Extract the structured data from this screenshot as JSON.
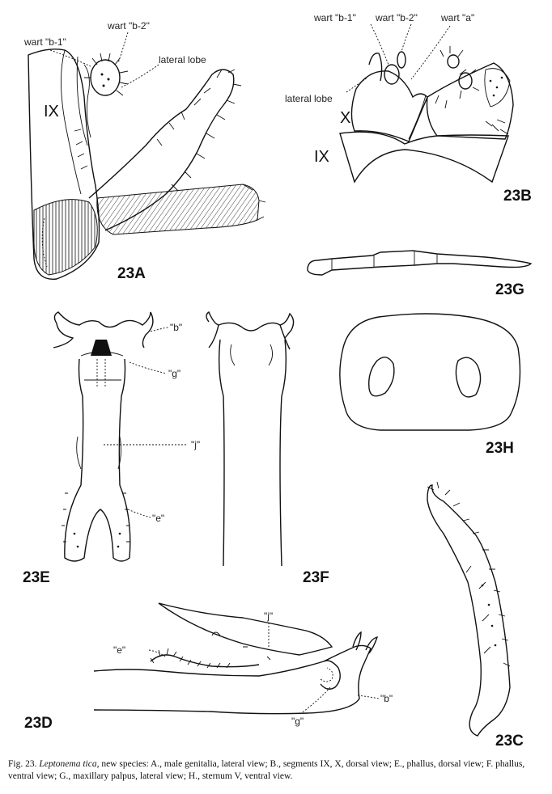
{
  "labels": {
    "wart_b1": "wart \"b-1\"",
    "wart_b2": "wart \"b-2\"",
    "wart_a": "wart \"a\"",
    "lateral_lobe": "lateral lobe",
    "seg_IX": "IX",
    "seg_X": "X",
    "q_b": "\"b\"",
    "q_g": "\"g\"",
    "q_j": "\"j\"",
    "q_e": "\"e\""
  },
  "panels": {
    "a": "23A",
    "b": "23B",
    "c": "23C",
    "d": "23D",
    "e": "23E",
    "f": "23F",
    "g": "23G",
    "h": "23H"
  },
  "caption": {
    "prefix": "Fig. 23.",
    "species": "Leptonema tica,",
    "text": "new species: A., male genitalia, lateral view; B., segments IX, X, dorsal view; E., phallus, dorsal view; F. phallus, ventral view; G., maxillary palpus, lateral view; H., sternum V, ventral view."
  }
}
